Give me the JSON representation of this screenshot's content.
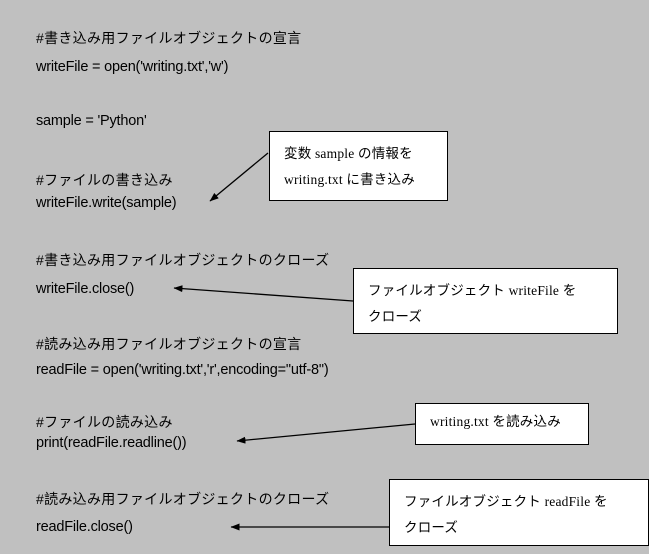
{
  "figure": {
    "type": "annotated-code-diagram",
    "background_color": "#c0c0c0",
    "callout_background_color": "#ffffff",
    "border_color": "#000000",
    "text_color": "#000000"
  },
  "code": {
    "lines": [
      {
        "text": "#書き込み用ファイルオブジェクトの宣言",
        "kind": "comment"
      },
      {
        "text": "writeFile = open('writing.txt','w')",
        "kind": "code"
      },
      {
        "text": "sample = 'Python'",
        "kind": "code"
      },
      {
        "text": "#ファイルの書き込み",
        "kind": "comment"
      },
      {
        "text": "writeFile.write(sample)",
        "kind": "code"
      },
      {
        "text": "#書き込み用ファイルオブジェクトのクローズ",
        "kind": "comment"
      },
      {
        "text": "writeFile.close()",
        "kind": "code"
      },
      {
        "text": "#読み込み用ファイルオブジェクトの宣言",
        "kind": "comment"
      },
      {
        "text": "readFile = open('writing.txt','r',encoding=\"utf-8\")",
        "kind": "code"
      },
      {
        "text": "#ファイルの読み込み",
        "kind": "comment"
      },
      {
        "text": "print(readFile.readline())",
        "kind": "code"
      },
      {
        "text": "#読み込み用ファイルオブジェクトのクローズ",
        "kind": "comment"
      },
      {
        "text": "readFile.close()",
        "kind": "code"
      }
    ]
  },
  "callouts": [
    {
      "id": "callout-write-sample",
      "line1": "変数 sample の情報を",
      "line2": "writing.txt に書き込み"
    },
    {
      "id": "callout-close-writefile",
      "line1": "ファイルオブジェクト writeFile を",
      "line2": "クローズ"
    },
    {
      "id": "callout-read-writing",
      "line1": "writing.txt を読み込み",
      "line2": ""
    },
    {
      "id": "callout-close-readfile",
      "line1": "ファイルオブジェクト readFile を",
      "line2": "クローズ"
    }
  ]
}
